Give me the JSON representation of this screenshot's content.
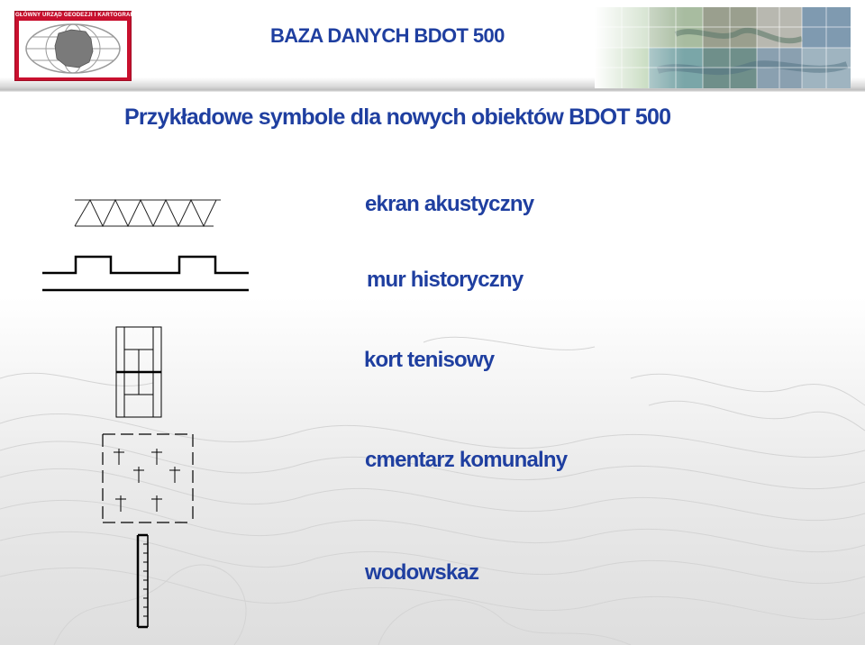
{
  "header": {
    "logo_text": "GŁÓWNY URZĄD GEODEZJI I KARTOGRAFII",
    "title": "BAZA DANYCH BDOT 500"
  },
  "slide": {
    "title": "Przykładowe symbole dla nowych obiektów BDOT 500"
  },
  "symbols": [
    {
      "label": "ekran akustyczny",
      "icon": "acoustic-screen-symbol"
    },
    {
      "label": "mur historyczny",
      "icon": "historic-wall-symbol"
    },
    {
      "label": "kort tenisowy",
      "icon": "tennis-court-symbol"
    },
    {
      "label": "cmentarz komunalny",
      "icon": "cemetery-symbol"
    },
    {
      "label": "wodowskaz",
      "icon": "water-gauge-symbol"
    }
  ],
  "colors": {
    "title_blue": "#1f3fa0",
    "logo_red": "#c8102e",
    "symbol_line": "#000000"
  }
}
